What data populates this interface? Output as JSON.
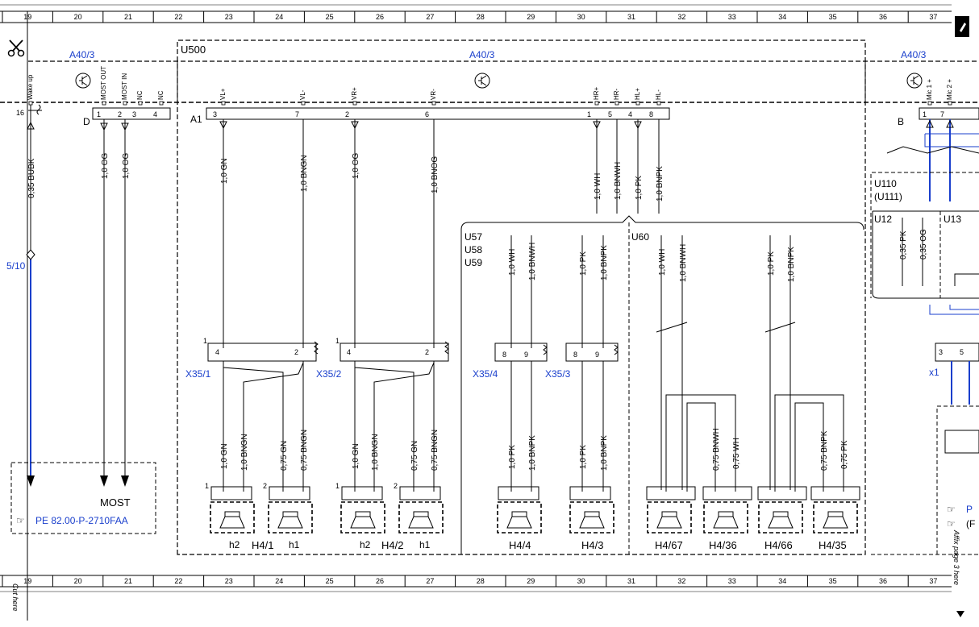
{
  "grid_numbers": [
    "19",
    "20",
    "21",
    "22",
    "23",
    "24",
    "25",
    "26",
    "27",
    "28",
    "29",
    "30",
    "31",
    "32",
    "33",
    "34",
    "35",
    "36",
    "37"
  ],
  "modules": {
    "a40_left": "A40/3",
    "a40_center": "A40/3",
    "a40_right": "A40/3",
    "u500": "U500",
    "connector_a1": "A1",
    "connector_d": "D",
    "connector_b": "B",
    "u110": "U110",
    "u111": "(U111)",
    "u12": "U12",
    "u13": "U13",
    "u57": "U57",
    "u58": "U58",
    "u59": "U59",
    "u60": "U60",
    "x1": "x1"
  },
  "pin_labels": {
    "wake_up": "Wake up",
    "most_out": "MOST OUT",
    "most_in": "MOST IN",
    "nc1": "NC",
    "nc2": "NC",
    "vl_plus": "VL+",
    "vl_minus": "VL-",
    "vr_plus": "VR+",
    "vr_minus": "VR-",
    "hr_plus": "HR+",
    "hr_minus": "HR-",
    "hl_plus": "HL+",
    "hl_minus": "HL-",
    "mic1": "Mic 1 +",
    "mic2": "Mic 2 +"
  },
  "wires_top": {
    "w1": "0,35 BUBK",
    "w2": "1,0 OG",
    "w3": "1,0 OG",
    "w4": "1,0 GN",
    "w5": "1,0 BNGN",
    "w6": "1,0 OG",
    "w7": "1,0 BNOG",
    "w8": "1,0 WH",
    "w9": "1,0 BNWH",
    "w10": "1,0 PK",
    "w11": "1,0 BNPK"
  },
  "wires_u57": {
    "a": "1,0 WH",
    "b": "1,0 BNWH",
    "c": "1,0 PK",
    "d": "1,0 BNPK"
  },
  "wires_u60": {
    "a": "1,0 WH",
    "b": "1,0 BNWH",
    "c": "1,0 PK",
    "d": "1,0 BNPK"
  },
  "wires_u12": {
    "a": "0,35 PK",
    "b": "0,35 OG"
  },
  "wires_bottom": {
    "b1": "1,0 GN",
    "b2": "1,0 BNGN",
    "b3": "0,75 GN",
    "b4": "0,75 BNGN",
    "b5": "1,0 GN",
    "b6": "1,0 BNGN",
    "b7": "0,75 GN",
    "b8": "0,75 BNGN",
    "b9": "1,0 PK",
    "b10": "1,0 BNPK",
    "b11": "1,0 PK",
    "b12": "1,0 BNPK",
    "b13": "0,75 BNWH",
    "b14": "0,75 WH",
    "b15": "0,75 BNPK",
    "b16": "0,75 PK"
  },
  "connectors": {
    "x35_1": "X35/1",
    "x35_2": "X35/2",
    "x35_4": "X35/4",
    "x35_3": "X35/3"
  },
  "speakers": {
    "h4_1": "H4/1",
    "h4_2": "H4/2",
    "h4_4": "H4/4",
    "h4_3": "H4/3",
    "h4_67": "H4/67",
    "h4_36": "H4/36",
    "h4_66": "H4/66",
    "h4_35": "H4/35",
    "h2a": "h2",
    "h1a": "h1",
    "h2b": "h2",
    "h1b": "h1"
  },
  "refs": {
    "most": "MOST",
    "pe_ref": "PE 82.00-P-2710FAA",
    "ref_5_10": "5/10",
    "ref_p1": "P",
    "ref_p2": "(F"
  },
  "margin": {
    "cut_here": "Cut here",
    "affix": "Affix page 3 here"
  },
  "colors": {
    "blue_wire": "#1a3fcc",
    "line": "#000000"
  }
}
